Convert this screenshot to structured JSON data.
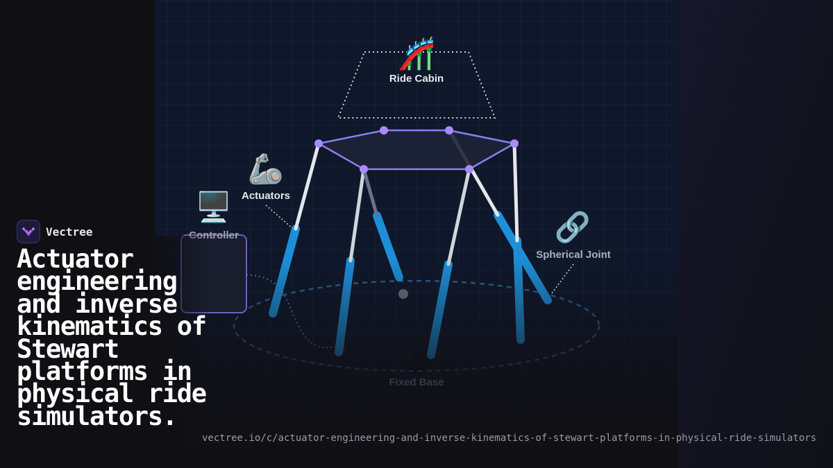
{
  "brand": {
    "name": "Vectree",
    "logo_icon": "vectree-logo-icon"
  },
  "headline": "Actuator engineering and inverse kinematics of Stewart platforms in physical ride simulators.",
  "url": "vectree.io/c/actuator-engineering-and-inverse-kinematics-of-stewart-platforms-in-physical-ride-simulators",
  "diagram": {
    "nodes": [
      {
        "id": "ride-cabin",
        "label": "Ride Cabin",
        "icon": "roller-coaster-icon",
        "glyph": "🎢"
      },
      {
        "id": "actuators",
        "label": "Actuators",
        "icon": "mechanical-arm-icon",
        "glyph": "🦾"
      },
      {
        "id": "controller",
        "label": "Controller",
        "icon": "desktop-computer-icon",
        "glyph": "🖥️"
      },
      {
        "id": "spherical-joint",
        "label": "Spherical Joint",
        "icon": "link-icon",
        "glyph": "🔗"
      },
      {
        "id": "fixed-base",
        "label": "Fixed Base",
        "icon": "anchor-icon",
        "glyph": "⚓"
      }
    ]
  },
  "colors": {
    "background": "#101014",
    "panel": "#0f172a",
    "platform_edge": "#8b7ff0",
    "joint": "#a78bfa",
    "actuator_blue": "#1d8fd8",
    "rod_white": "#e5e7eb",
    "dashed": "#3b82f6"
  }
}
